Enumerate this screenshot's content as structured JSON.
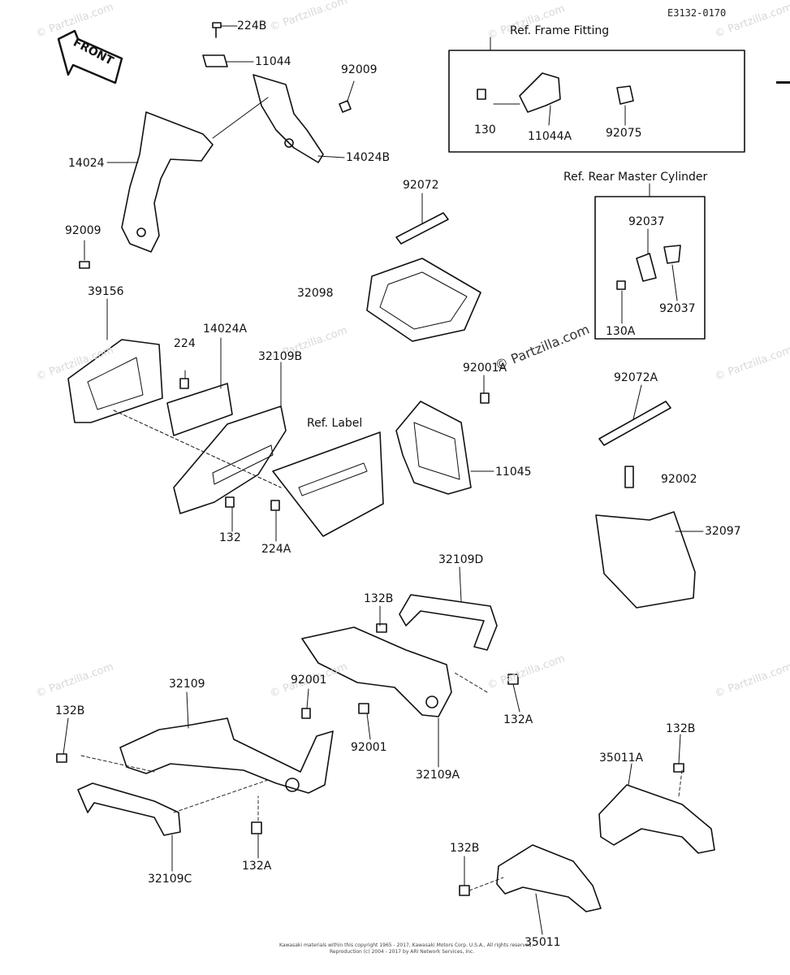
{
  "diagram_code": "E3132-0170",
  "front_label": "FRONT",
  "watermark": "© Partzilla.com",
  "ref_boxes": {
    "frame_fitting": "Ref. Frame Fitting",
    "rear_master_cylinder": "Ref. Rear Master Cylinder",
    "label": "Ref. Label"
  },
  "parts": {
    "p224B": "224B",
    "p11044": "11044",
    "p92009_top": "92009",
    "p14024B": "14024B",
    "p14024": "14024",
    "p92009_left": "92009",
    "p130": "130",
    "p11044A": "11044A",
    "p92075": "92075",
    "p92072": "92072",
    "p92037_a": "92037",
    "p92037_b": "92037",
    "p130A": "130A",
    "p32098": "32098",
    "p39156": "39156",
    "p224": "224",
    "p14024A": "14024A",
    "p32109B": "32109B",
    "p92001A": "92001A",
    "p92072A": "92072A",
    "p11045": "11045",
    "p92002": "92002",
    "p32097": "32097",
    "p132": "132",
    "p224A": "224A",
    "p32109D": "32109D",
    "p132B_mid": "132B",
    "p92001_a": "92001",
    "p92001_b": "92001",
    "p32109": "32109",
    "p132B_left": "132B",
    "p132A_right": "132A",
    "p32109A": "32109A",
    "p132B_right": "132B",
    "p35011A": "35011A",
    "p32109C": "32109C",
    "p132A_bottom": "132A",
    "p132B_bottom": "132B",
    "p35011": "35011"
  },
  "footer": {
    "line1": "Kawasaki materials within this copyright 1965 - 2017, Kawasaki Motors Corp. U.S.A., All rights reserved.",
    "line2": "Reproduction (c) 2004 - 2017 by ARI Network Services, Inc."
  }
}
